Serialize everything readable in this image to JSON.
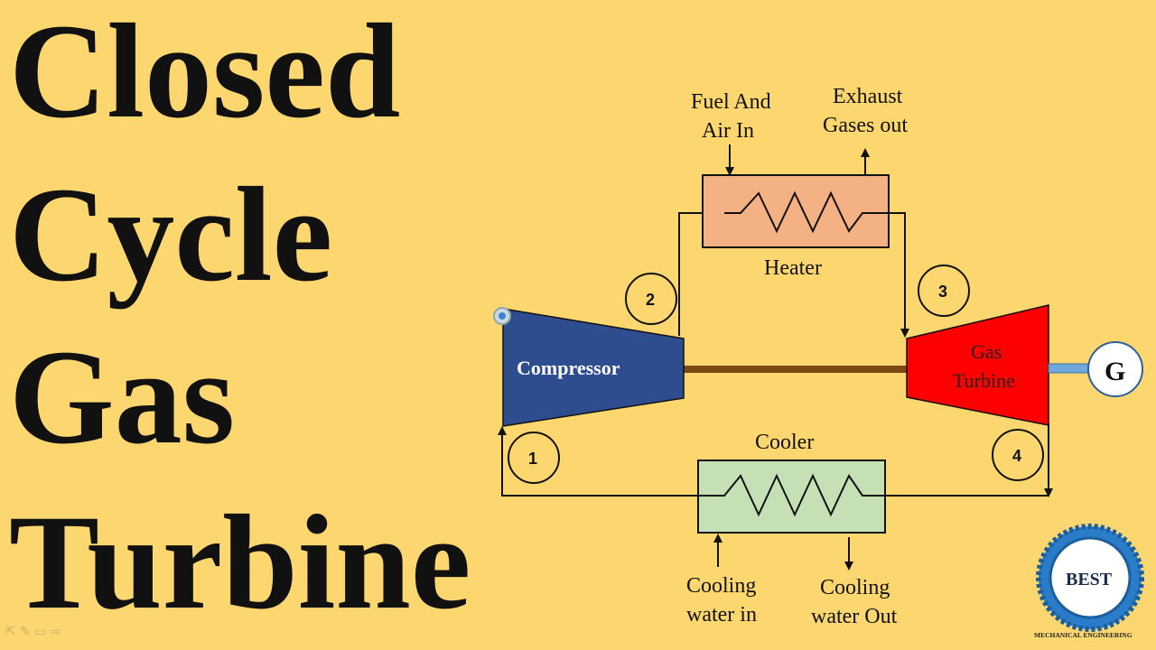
{
  "title": {
    "line1": "Closed",
    "line2": "Cycle",
    "line3": "Gas",
    "line4": "Turbine"
  },
  "diagram": {
    "heater": {
      "label": "Heater",
      "input_line1": "Fuel And",
      "input_line2": "Air In",
      "output_line1": "Exhaust",
      "output_line2": "Gases out"
    },
    "compressor": {
      "label": "Compressor",
      "color": "#2E4D8F"
    },
    "turbine": {
      "label_line1": "Gas",
      "label_line2": "Turbine",
      "color": "#FF0000"
    },
    "generator": {
      "label": "G"
    },
    "cooler": {
      "label": "Cooler",
      "input_line1": "Cooling",
      "input_line2": "water in",
      "output_line1": "Cooling",
      "output_line2": "water Out"
    },
    "states": [
      "1",
      "2",
      "3",
      "4"
    ],
    "colors": {
      "heater_fill": "#F4B183",
      "cooler_fill": "#C5E0B4",
      "shaft": "#7B4A12",
      "coupling": "#6FA8DC"
    }
  },
  "logo": {
    "text": "BEST",
    "subtitle": "MECHANICAL ENGINEERING"
  }
}
